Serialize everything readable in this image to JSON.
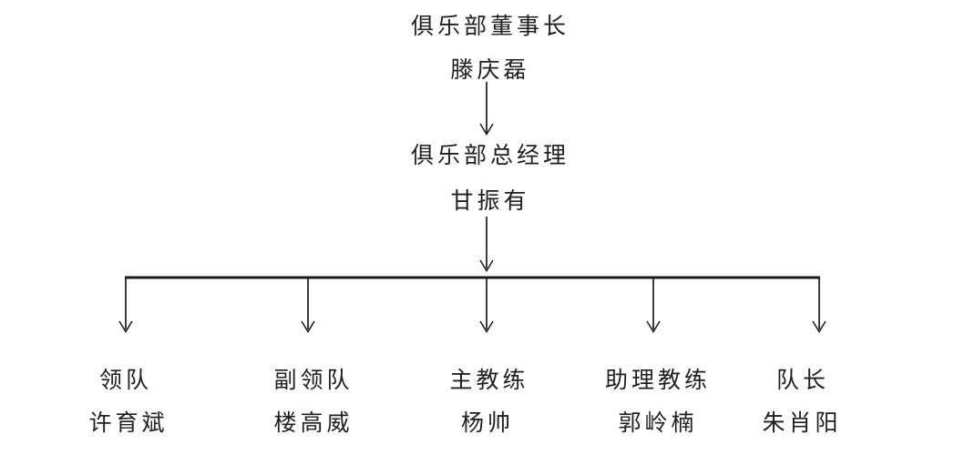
{
  "page": {
    "background_color": "#ffffff",
    "text_color": "#1f1f1f",
    "line_color": "#1a1a1a"
  },
  "org": {
    "type": "org-chart",
    "chairman": {
      "title": "俱乐部董事长",
      "name": "滕庆磊"
    },
    "general_manager": {
      "title": "俱乐部总经理",
      "name": "甘振有"
    },
    "leaves": [
      {
        "title": "领队",
        "name": "许育斌"
      },
      {
        "title": "副领队",
        "name": "楼高威"
      },
      {
        "title": "主教练",
        "name": "杨帅"
      },
      {
        "title": "助理教练",
        "name": "郭岭楠"
      },
      {
        "title": "队长",
        "name": "朱肖阳"
      }
    ]
  }
}
